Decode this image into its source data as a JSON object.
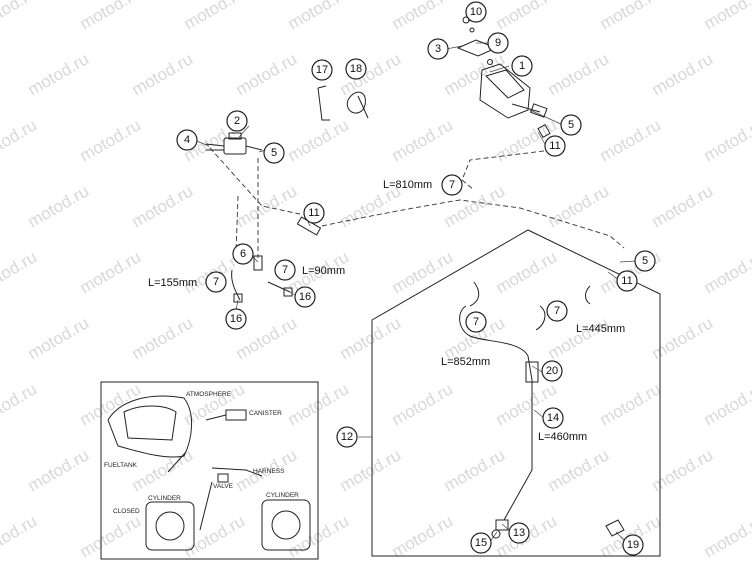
{
  "watermark": "motod.ru",
  "callouts": [
    {
      "id": "c1",
      "label": "1"
    },
    {
      "id": "c2",
      "label": "2"
    },
    {
      "id": "c3",
      "label": "3"
    },
    {
      "id": "c4",
      "label": "4"
    },
    {
      "id": "c5a",
      "label": "5"
    },
    {
      "id": "c5b",
      "label": "5"
    },
    {
      "id": "c5c",
      "label": "5"
    },
    {
      "id": "c6",
      "label": "6"
    },
    {
      "id": "c7a",
      "label": "7"
    },
    {
      "id": "c7b",
      "label": "7"
    },
    {
      "id": "c7c",
      "label": "7"
    },
    {
      "id": "c7d",
      "label": "7"
    },
    {
      "id": "c7e",
      "label": "7"
    },
    {
      "id": "c9",
      "label": "9"
    },
    {
      "id": "c10",
      "label": "10"
    },
    {
      "id": "c11a",
      "label": "11"
    },
    {
      "id": "c11b",
      "label": "11"
    },
    {
      "id": "c11c",
      "label": "11"
    },
    {
      "id": "c12",
      "label": "12"
    },
    {
      "id": "c13",
      "label": "13"
    },
    {
      "id": "c14",
      "label": "14"
    },
    {
      "id": "c15",
      "label": "15"
    },
    {
      "id": "c16a",
      "label": "16"
    },
    {
      "id": "c16b",
      "label": "16"
    },
    {
      "id": "c17",
      "label": "17"
    },
    {
      "id": "c18",
      "label": "18"
    },
    {
      "id": "c19",
      "label": "19"
    },
    {
      "id": "c20",
      "label": "20"
    }
  ],
  "lengths": {
    "l810": "L=810mm",
    "l155": "L=155mm",
    "l90": "L=90mm",
    "l445": "L=445mm",
    "l852": "L=852mm",
    "l460": "L=460mm"
  },
  "inset": {
    "atmosphere": "ATMOSPHERE",
    "canister": "CANISTER",
    "fueltank": "FUELTANK",
    "harness": "HARNESS",
    "valve": "VALVE",
    "closed": "CLOSED",
    "cylinder_left": "CYLINDER",
    "cylinder_right": "CYLINDER"
  }
}
